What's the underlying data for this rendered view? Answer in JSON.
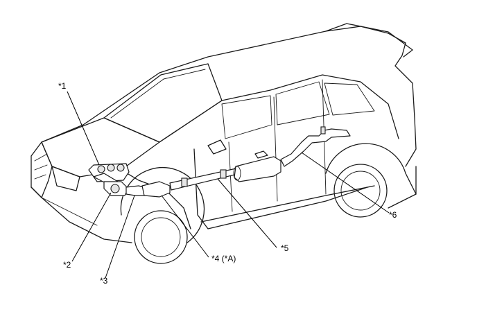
{
  "callouts": [
    {
      "id": "1",
      "label": "*1"
    },
    {
      "id": "2",
      "label": "*2"
    },
    {
      "id": "3",
      "label": "*3"
    },
    {
      "id": "4",
      "label": "*4 (*A)"
    },
    {
      "id": "5",
      "label": "*5"
    },
    {
      "id": "6",
      "label": "*6"
    }
  ]
}
